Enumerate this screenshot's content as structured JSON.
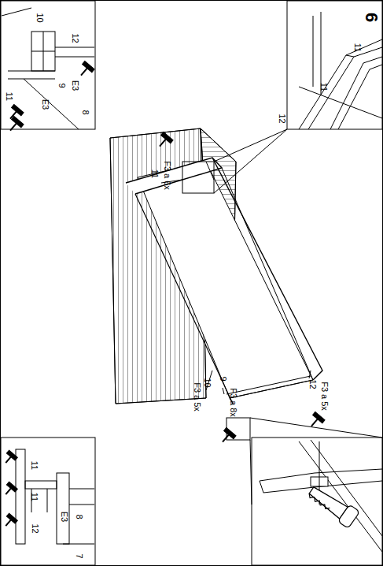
{
  "diagram": {
    "labels": [
      "6",
      "11",
      "11",
      "12",
      "10",
      "12",
      "9",
      "E3",
      "E3",
      "8",
      "11",
      "11",
      "F3 a 6x",
      "12",
      "F3 a 5x",
      "10",
      "F3 a 5x",
      "9",
      "F3 a 8x",
      "11",
      "11",
      "12",
      "E3",
      "8",
      "7"
    ]
  }
}
